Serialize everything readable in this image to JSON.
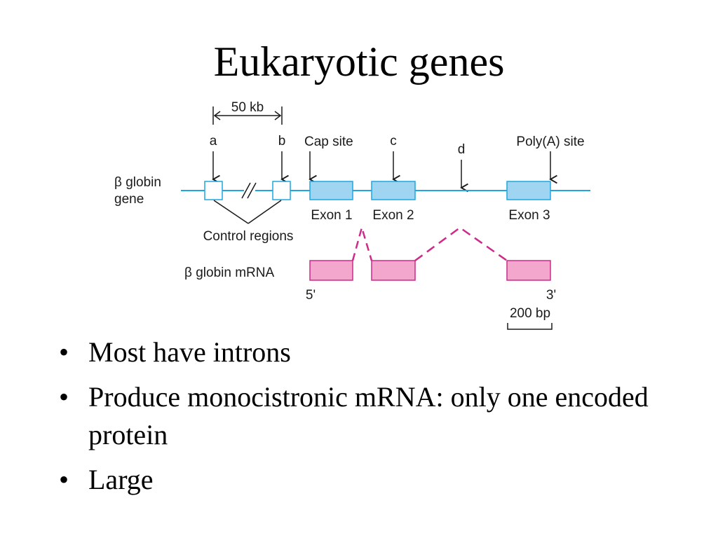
{
  "slide": {
    "title": "Eukaryotic genes",
    "bullets": [
      "Most have introns",
      "Produce monocistronic mRNA: only one encoded protein",
      "Large"
    ],
    "bullet_marker": "•"
  },
  "diagram": {
    "scale_top": "50 kb",
    "markers": {
      "a": "a",
      "b": "b",
      "cap_site": "Cap site",
      "c": "c",
      "d": "d",
      "polya_site": "Poly(A) site"
    },
    "gene_label_line1": "β globin",
    "gene_label_line2": "gene",
    "exons": [
      "Exon 1",
      "Exon 2",
      "Exon 3"
    ],
    "control_regions": "Control regions",
    "mrna_label": "β globin mRNA",
    "five_prime": "5'",
    "three_prime": "3'",
    "scale_bottom": "200 bp",
    "colors": {
      "gene_line": "#1ea7e1",
      "exon_fill": "#9fd5f1",
      "mrna": "#cc2b8a",
      "mrna_fill": "#f3a7cc"
    }
  }
}
